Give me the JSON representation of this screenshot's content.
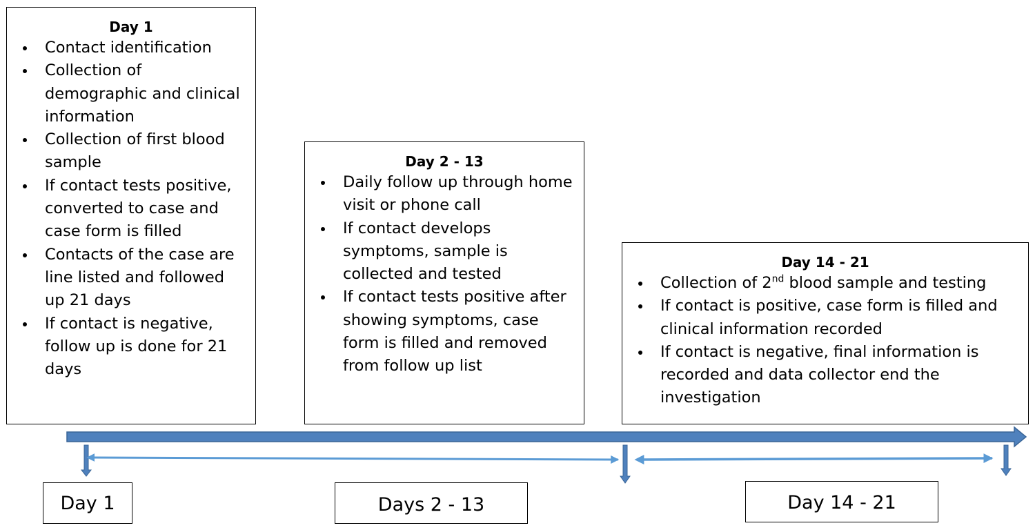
{
  "boxes": {
    "day1": {
      "title": "Day 1",
      "items": [
        "Contact identification",
        "Collection of demographic and clinical information",
        "Collection of first blood sample",
        "If contact tests positive, converted to case and case form is filled",
        "Contacts of the case are line listed and followed up 21 days",
        "If contact is negative, follow up is done for 21 days"
      ]
    },
    "day2_13": {
      "title": "Day 2 - 13",
      "items": [
        "Daily follow up through home visit or phone call",
        "If contact develops symptoms, sample is collected and tested",
        "If contact tests positive after showing symptoms, case form is filled and removed from follow up list"
      ]
    },
    "day14_21": {
      "title": "Day 14 - 21",
      "item1_pre": "Collection of 2",
      "item1_sup": "nd",
      "item1_post": " blood sample and testing",
      "items": [
        "If contact is positive, case form is filled and clinical information recorded",
        "If contact is negative, final information is recorded and data collector end the investigation"
      ]
    }
  },
  "timeline_labels": {
    "day1": "Day 1",
    "days2_13": "Days 2 - 13",
    "day14_21": "Day 14 - 21"
  },
  "colors": {
    "arrow_fill": "#4f81bd",
    "arrow_stroke": "#3a6597",
    "span_arrow": "#5b9bd5"
  }
}
